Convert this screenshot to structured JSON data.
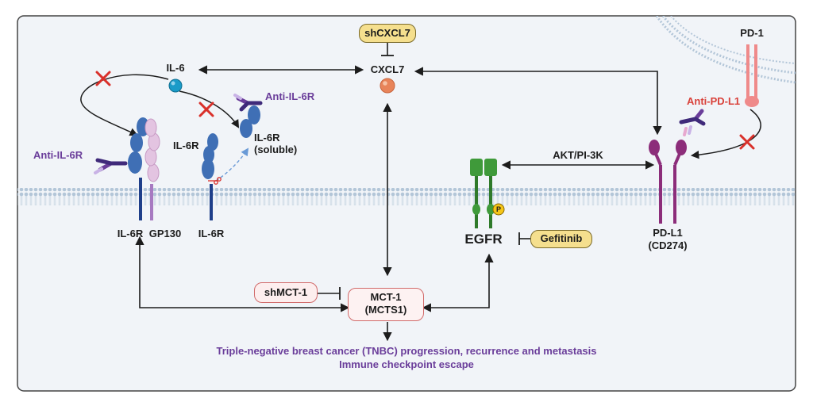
{
  "labels": {
    "il6": "IL-6",
    "cxcl7": "CXCL7",
    "shcxcl7": "shCXCL7",
    "pd1": "PD-1",
    "anti_pdl1": "Anti-PD-L1",
    "anti_il6r_left": "Anti-IL-6R",
    "anti_il6r_top": "Anti-IL-6R",
    "il6r_free": "IL-6R",
    "il6r_soluble_line1": "IL-6R",
    "il6r_soluble_line2": "(soluble)",
    "akt": "AKT/PI-3K",
    "il6r_bottom_left": "IL-6R",
    "gp130": "GP130",
    "il6r_bottom_right": "IL-6R",
    "egfr": "EGFR",
    "gefitinib": "Gefitinib",
    "phospho": "P",
    "pdl1_line1": "PD-L1",
    "pdl1_line2": "(CD274)",
    "shmct1": "shMCT-1",
    "mct1_line1": "MCT-1",
    "mct1_line2": "(MCTS1)"
  },
  "outcome": {
    "line1": "Triple-negative breast cancer (TNBC) progression, recurrence and metastasis",
    "line2": "Immune checkpoint escape"
  },
  "colors": {
    "receptor_blue": "#3f6fb5",
    "gp130_pink": "#e3c4e1",
    "egfr_green": "#3f9a3a",
    "pdl1_magenta": "#8c2d7a",
    "pd1_salmon": "#ef8a8a",
    "antibody_purple": "#6a3d9a",
    "inhibit_red": "#d9302a",
    "il6_ball": "#1a9bc8",
    "cxcl7_ball": "#e8845a",
    "pill_yellow": "#f5df8e",
    "text_purple": "#6a3d9a"
  },
  "icons": [
    "il6-ball",
    "cxcl7-ball",
    "scissors-icon",
    "phospho-badge",
    "antibody-icon",
    "inhibition-cross-icon",
    "cell-membrane"
  ]
}
